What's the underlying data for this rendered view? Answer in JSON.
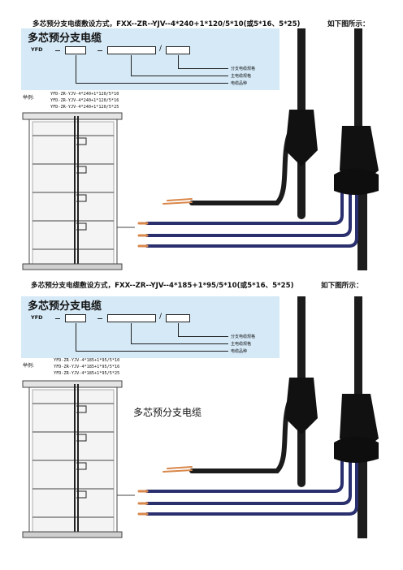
{
  "captions": [
    {
      "text": "多芯预分支电缆敷设方式，FXX--ZR--YJV--4*240+1*120/5*10(或5*16、5*25)",
      "hint": "如下图所示："
    },
    {
      "text": "多芯预分支电缆敷设方式，FXX--ZR--YJV--4*185+1*95/5*10(或5*16、5*25)",
      "hint": "如下图所示："
    }
  ],
  "panels": [
    {
      "title": "多芯预分支电缆",
      "model_prefix": "YFD",
      "legend": [
        "分支电缆规格",
        "主电缆规格",
        "电缆品种"
      ],
      "example_label": "举例:",
      "examples": [
        "YFD-ZR-YJV-4*240+1*120/5*10",
        "YFD-ZR-YJV-4*240+1*120/5*16",
        "YFD-ZR-YJV-4*240+1*120/5*25"
      ],
      "overlay_title": ""
    },
    {
      "title": "多芯预分支电缆",
      "model_prefix": "YFD",
      "legend": [
        "分支电缆规格",
        "主电缆规格",
        "电缆品种"
      ],
      "example_label": "举例:",
      "examples": [
        "YFD-ZR-YJV-4*185+1*95/5*10",
        "YFD-ZR-YJV-4*185+1*95/5*16",
        "YFD-ZR-YJV-4*185+1*95/5*25"
      ],
      "overlay_title": "多芯预分支电缆"
    }
  ],
  "colors": {
    "band": "#d5e9f7",
    "cable": "#1c1c1c",
    "branch_cable": "#2a2f6e",
    "conductor": "#d8874a"
  }
}
